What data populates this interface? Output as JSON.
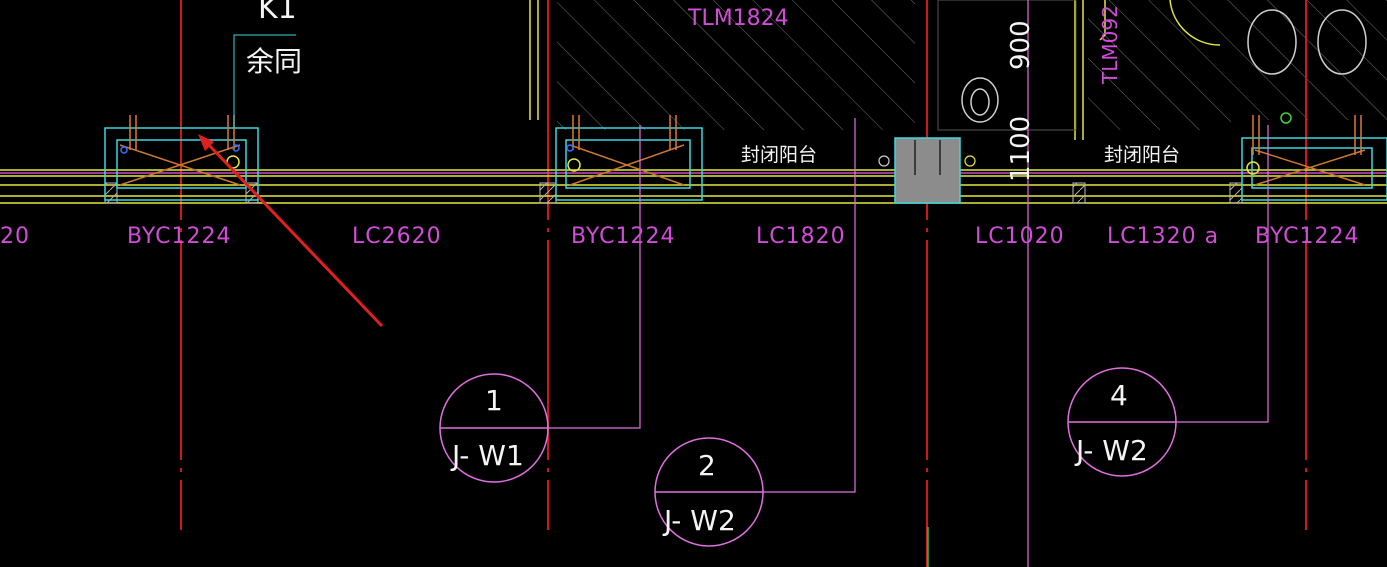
{
  "drawing": {
    "top_label_k1": "K1",
    "top_label_yutong": "余同",
    "tag_tlm1824": "TLM1824",
    "tag_tlm092": "TLM092",
    "dim_900": "900",
    "dim_1100": "1100",
    "room_balcony_1": "封闭阳台",
    "room_balcony_2": "封闭阳台",
    "windows": [
      {
        "text": "20"
      },
      {
        "text": "BYC1224"
      },
      {
        "text": "LC2620"
      },
      {
        "text": "BYC1224"
      },
      {
        "text": "LC1820"
      },
      {
        "text": "LC1020"
      },
      {
        "text": "LC1320 a"
      },
      {
        "text": "BYC1224"
      }
    ],
    "callouts": [
      {
        "number": "1",
        "ref": "J- W1"
      },
      {
        "number": "2",
        "ref": "J- W2"
      },
      {
        "number": "4",
        "ref": "J- W2"
      }
    ]
  },
  "colors": {
    "background": "#000000",
    "grid_axis": "#d01818",
    "wall": "#e6e63c",
    "window_frame": "#3ad8e0",
    "text_magenta": "#d04dd6",
    "annotation_arrow": "#e02020",
    "leader": "#e070e0",
    "hatch": "#7a7a7a"
  }
}
